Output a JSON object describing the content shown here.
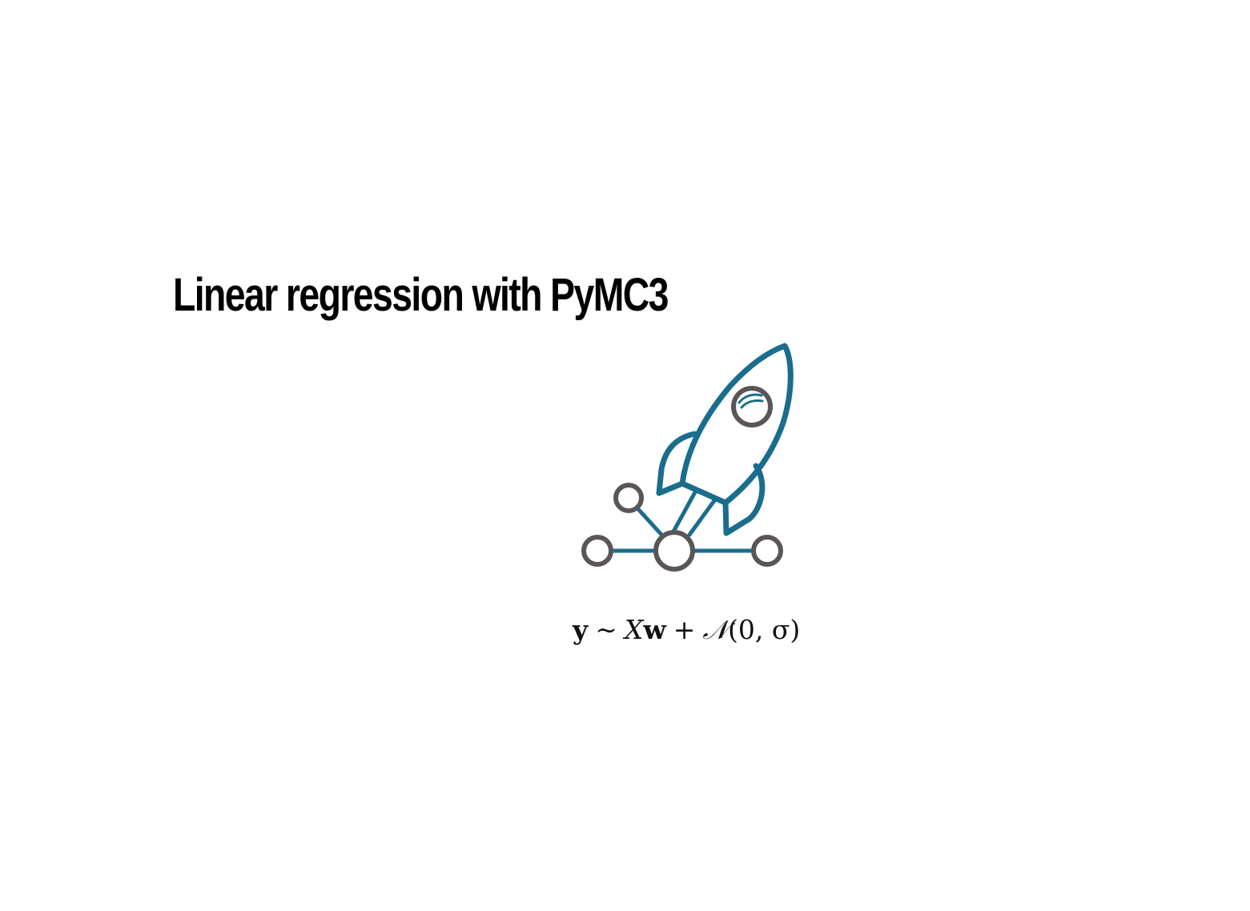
{
  "slide": {
    "title": "Linear regression with PyMC3",
    "logo_icon": "pymc3-rocket-network-icon",
    "equation": {
      "lhs": "y",
      "relation": "∼",
      "design": "X",
      "weights": "w",
      "plus": "+",
      "dist": "𝒩",
      "args": "(0, σ)"
    }
  },
  "colors": {
    "rocket": "#1a6d8c",
    "nodes": "#5a5558",
    "text": "#000000"
  }
}
